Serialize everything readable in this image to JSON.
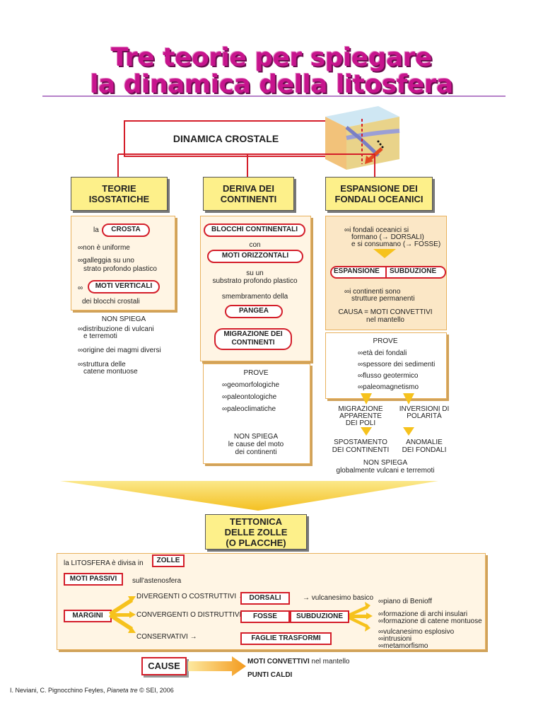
{
  "title": {
    "line1": "Tre teorie per spiegare",
    "line2": "la dinamica della litosfera"
  },
  "dinamica": "DINAMICA CROSTALE",
  "col1": {
    "header": "TEORIE ISOSTATICHE",
    "la": "la",
    "crosta": "CROSTA",
    "items": [
      "∞non è uniforme",
      "∞galleggia su uno",
      "strato profondo plastico"
    ],
    "inf": "∞",
    "moti_verticali": "MOTI VERTICALI",
    "dei_blocchi": "dei blocchi crostali",
    "non_spiega": "NON SPIEGA",
    "ns_items": [
      "∞distribuzione di vulcani",
      "e terremoti",
      "∞origine dei magmi diversi",
      "∞struttura delle",
      "catene montuose"
    ]
  },
  "col2": {
    "header": "DERIVA DEI CONTINENTI",
    "blocchi": "BLOCCHI CONTINENTALI",
    "con": "con",
    "moti_orizzontali": "MOTI ORIZZONTALI",
    "su_un": "su un",
    "substrato": "substrato profondo plastico",
    "smembramento": "smembramento della",
    "pangea": "PANGEA",
    "migrazione": "MIGRAZIONE DEI CONTINENTI",
    "prove": "PROVE",
    "prove_items": [
      "∞geomorfologiche",
      "∞paleontologiche",
      "∞paleoclimatiche"
    ],
    "non_spiega": "NON SPIEGA",
    "ns_text1": "le cause del moto",
    "ns_text2": "dei continenti"
  },
  "col3": {
    "header": "ESPANSIONE DEI FONDALI OCEANICI",
    "intro1": "∞i fondali oceanici si",
    "intro2": "formano (→ DORSALI)",
    "intro3": "e si consumano (→ FOSSE)",
    "espansione": "ESPANSIONE",
    "subduzione": "SUBDUZIONE",
    "cont1": "∞i continenti sono",
    "cont2": "strutture permanenti",
    "causa1": "CAUSA = MOTI CONVETTIVI",
    "causa2": "nel mantello",
    "prove": "PROVE",
    "prove_items": [
      "∞età dei fondali",
      "∞spessore dei sedimenti",
      "∞flusso geotermico",
      "∞paleomagnetismo"
    ],
    "migr1": "MIGRAZIONE",
    "migr2": "APPARENTE",
    "migr3": "DEI POLI",
    "inv1": "INVERSIONI DI",
    "inv2": "POLARITÀ",
    "spost1": "SPOSTAMENTO",
    "spost2": "DEI CONTINENTI",
    "anom1": "ANOMALIE",
    "anom2": "DEI FONDALI",
    "non_spiega": "NON SPIEGA",
    "ns_text": "globalmente vulcani e terremoti"
  },
  "tettonica": {
    "l1": "TETTONICA",
    "l2": "DELLE ZOLLE",
    "l3": "(O PLACCHE)"
  },
  "bottom": {
    "litosfera": "la LITOSFERA è divisa in",
    "zolle": "ZOLLE",
    "moti_passivi": "MOTI PASSIVI",
    "astenosfera": "sull'astenosfera",
    "margini": "MARGINI",
    "divergenti": "DIVERGENTI O COSTRUTTIVI →",
    "convergenti": "CONVERGENTI O DISTRUTTIVI →",
    "conservativi": "CONSERVATIVI →",
    "dorsali": "DORSALI",
    "fosse": "FOSSE",
    "faglie": "FAGLIE TRASFORMI",
    "vulcanesimo": "→ vulcanesimo basico",
    "subduzione": "SUBDUZIONE",
    "benioff": "∞piano di Benioff",
    "archi": "∞formazione di archi insulari",
    "catene": "∞formazione di catene montuose",
    "esplosivo": "∞vulcanesimo esplosivo",
    "intrusioni": "∞intrusioni",
    "metamorfismo": "∞metamorfismo",
    "cause": "CAUSE",
    "moti_convettivi": "MOTI CONVETTIVI",
    "nel_mantello": " nel mantello",
    "punti_caldi": "PUNTI CALDI"
  },
  "credit": {
    "pre": "I. Neviani, C. Pignocchino Feyles, ",
    "book": "Pianeta tre",
    "post": " © SEI, 2006"
  }
}
